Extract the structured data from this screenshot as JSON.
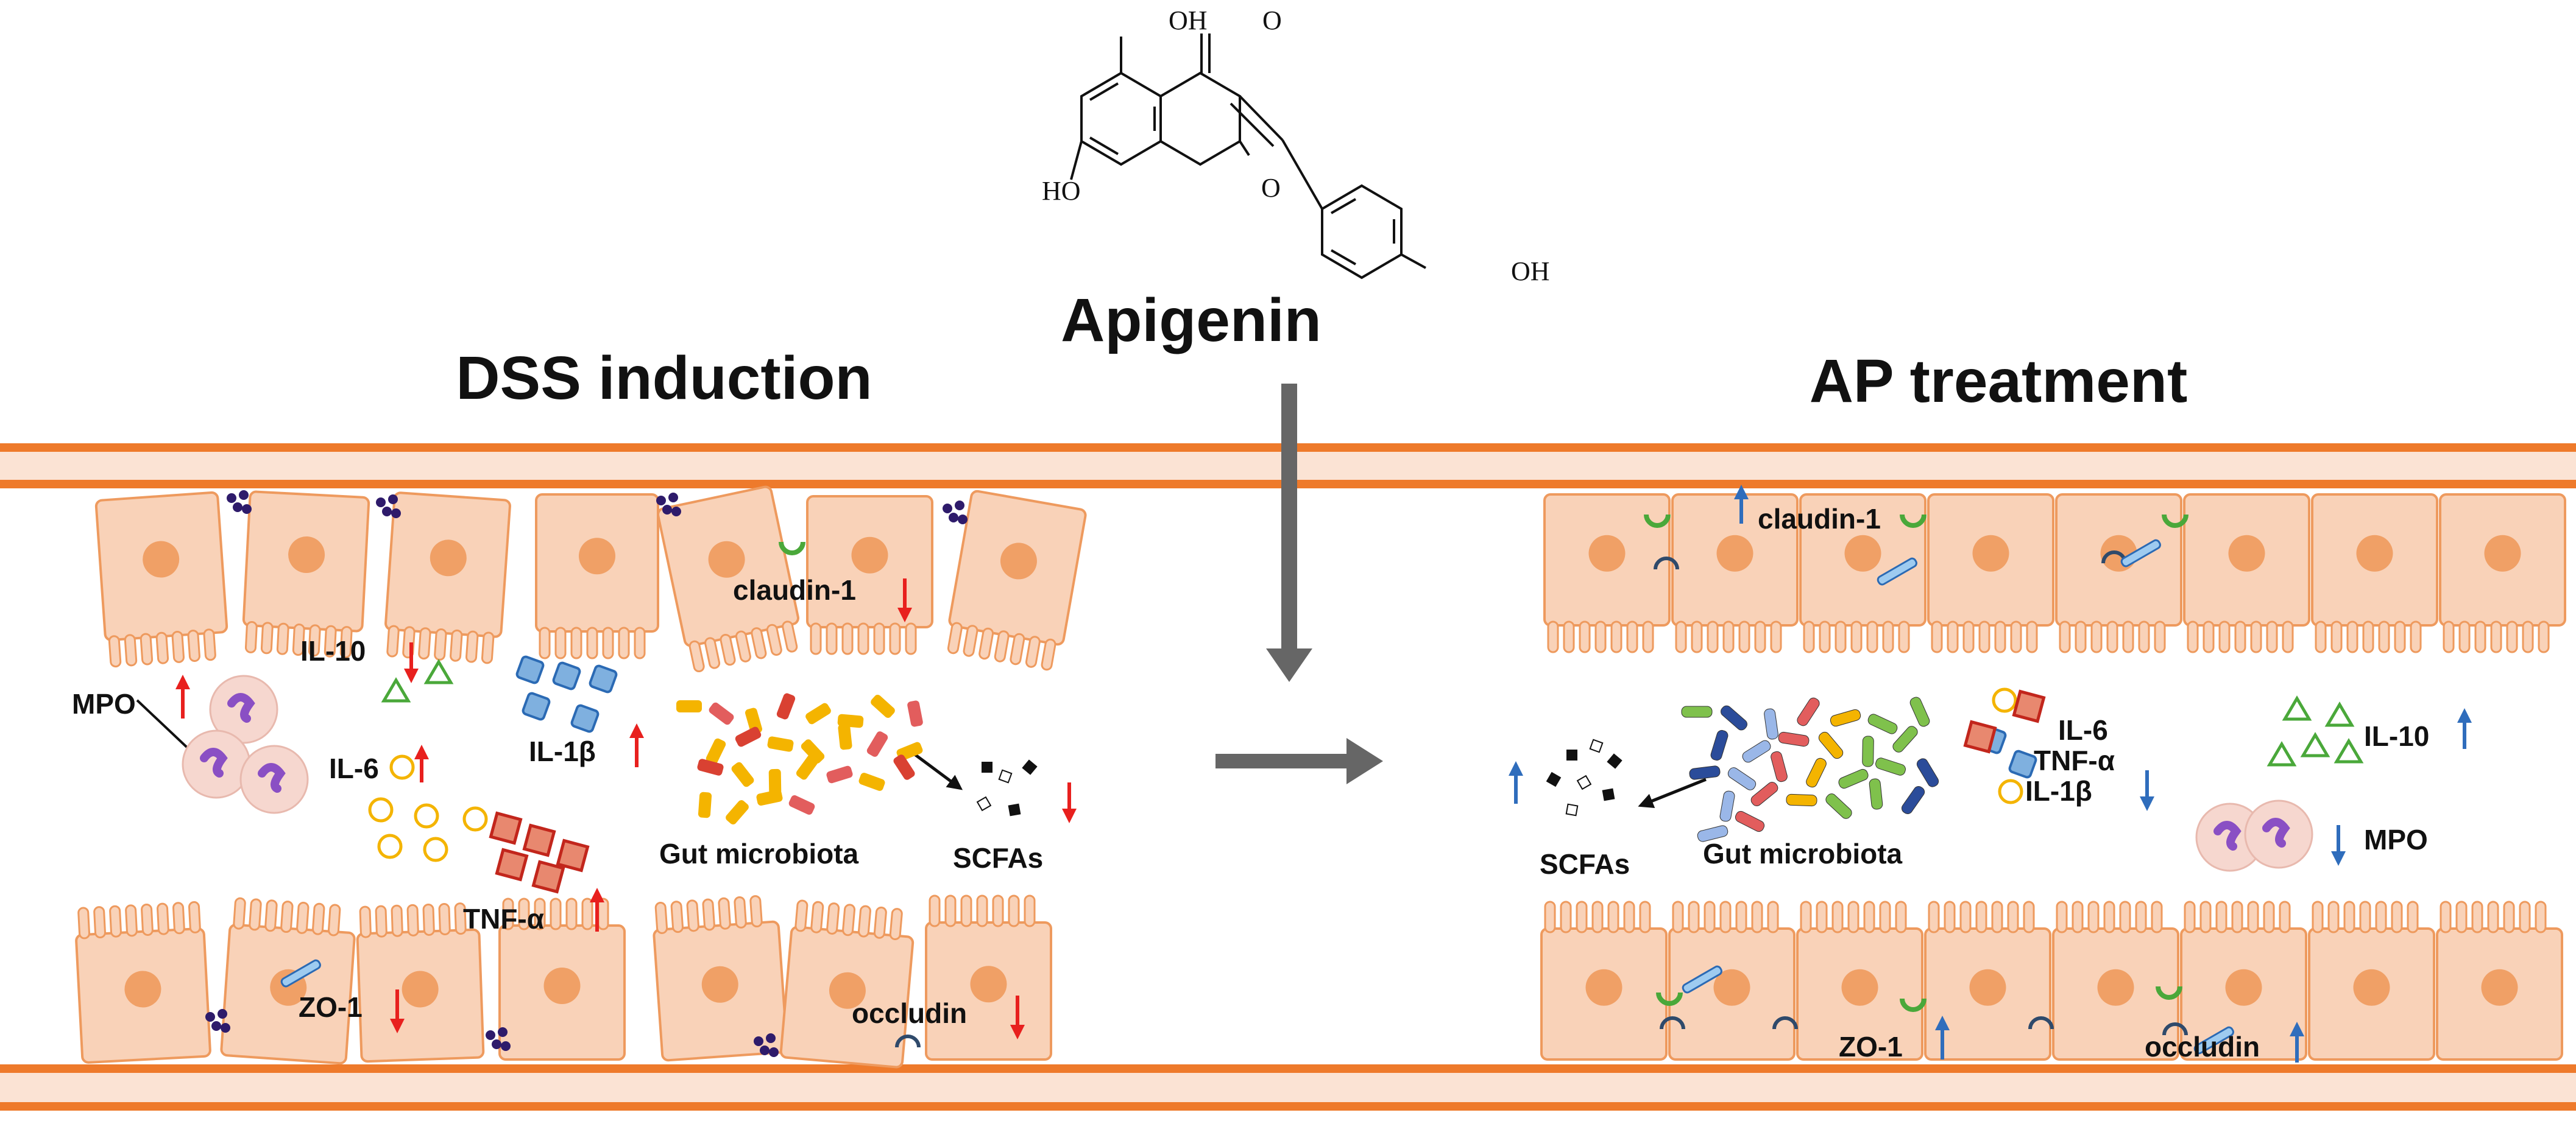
{
  "molecule": {
    "name": "Apigenin",
    "groups": [
      "OH",
      "O",
      "HO",
      "O",
      "OH"
    ]
  },
  "panels": {
    "left": {
      "title": "DSS induction",
      "labels": {
        "mpo": "MPO",
        "il10": "IL-10",
        "il6": "IL-6",
        "il1b": "IL-1β",
        "tnfa": "TNF-α",
        "microbiota": "Gut microbiota",
        "scfas": "SCFAs",
        "claudin": "claudin-1",
        "zo1": "ZO-1",
        "occludin": "occludin"
      }
    },
    "right": {
      "title": "AP treatment",
      "labels": {
        "claudin": "claudin-1",
        "scfas": "SCFAs",
        "microbiota": "Gut microbiota",
        "il6": "IL-6",
        "tnfa": "TNF-α",
        "il1b": "IL-1β",
        "il10": "IL-10",
        "mpo": "MPO",
        "zo1": "ZO-1",
        "occludin": "occludin"
      }
    }
  },
  "colors": {
    "wall": "#ee7a2b",
    "wall_fill": "#fbe3d4",
    "cell_fill": "#f9d2b8",
    "cell_stroke": "#ee9a5e",
    "nucleus": "#f0a066",
    "arrow_up_down": "#e8201e",
    "arrow_blue": "#2f6dbc",
    "gray_arrow": "#666666"
  }
}
